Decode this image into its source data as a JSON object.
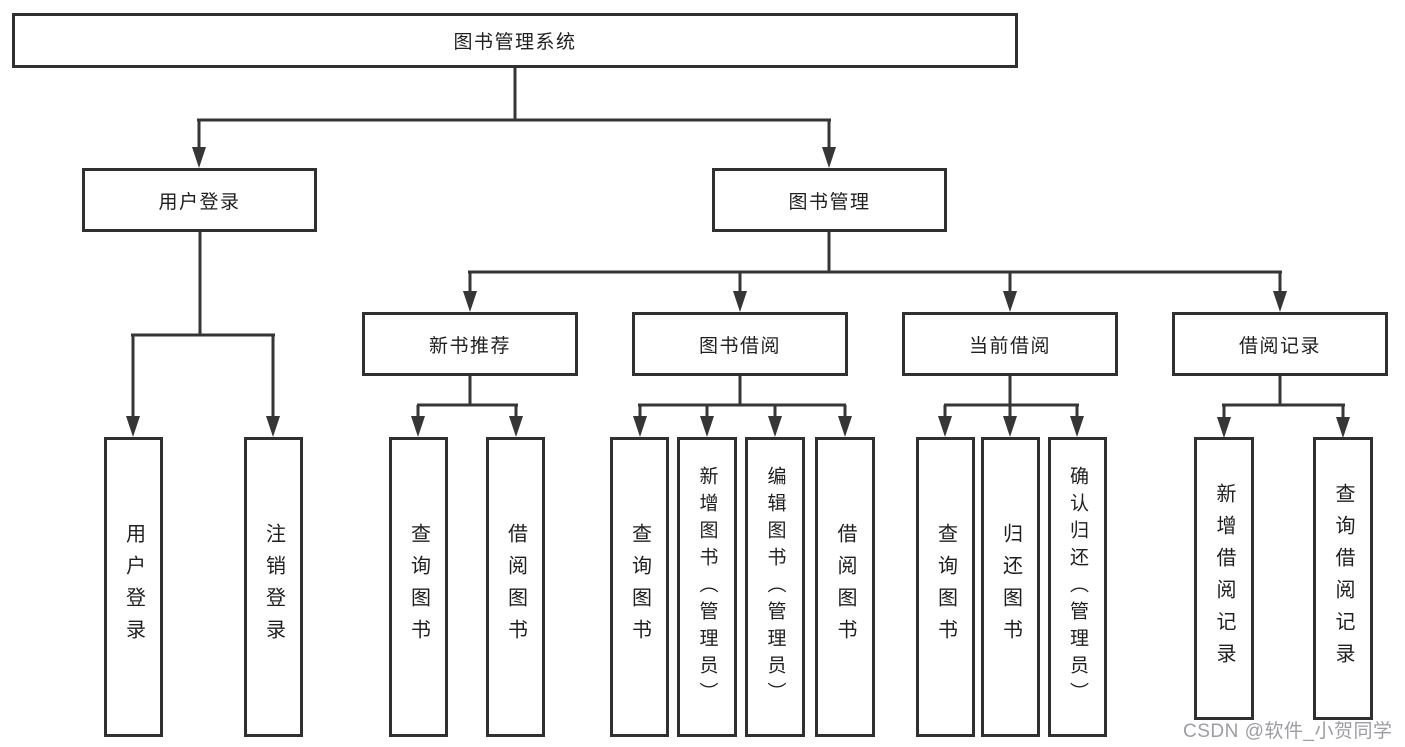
{
  "diagram": {
    "root": {
      "label": "图书管理系统"
    },
    "branches": [
      {
        "label": "用户登录",
        "leaves": [
          "用户登录",
          "注销登录"
        ]
      },
      {
        "label": "图书管理",
        "groups": [
          {
            "label": "新书推荐",
            "leaves": [
              "查询图书",
              "借阅图书"
            ]
          },
          {
            "label": "图书借阅",
            "leaves": [
              "查询图书",
              "新增图书（管理员）",
              "编辑图书（管理员）",
              "借阅图书"
            ]
          },
          {
            "label": "当前借阅",
            "leaves": [
              "查询图书",
              "归还图书",
              "确认归还（管理员）"
            ]
          },
          {
            "label": "借阅记录",
            "leaves": [
              "新增借阅记录",
              "查询借阅记录"
            ]
          }
        ]
      }
    ]
  },
  "watermark": {
    "text": "CSDN @软件_小贺同学"
  },
  "colors": {
    "line": "#363636",
    "box_border": "#303030",
    "text": "#1f1f1f",
    "background": "#ffffff",
    "watermark": "#9d9da3"
  }
}
